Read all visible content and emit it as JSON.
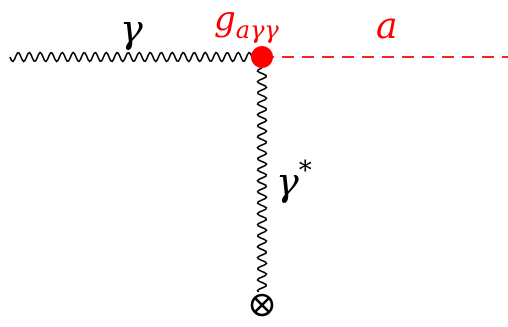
{
  "diagram": {
    "incoming_photon_label": "γ",
    "coupling_label": {
      "base": "g",
      "subscript": "aγγ"
    },
    "axion_label": "a",
    "virtual_photon_label": {
      "base": "γ",
      "superscript": "*"
    },
    "colors": {
      "photon": "#000000",
      "vertex": "#ff0000",
      "axion": "#ff0000",
      "coupling_text": "#ff0000",
      "axion_text": "#ff0000"
    },
    "elements": {
      "incoming_photon": "wavy-line",
      "axion": "dashed-line",
      "virtual_photon": "wavy-line",
      "vertex": "filled-dot",
      "source": "circled-cross-icon"
    }
  }
}
